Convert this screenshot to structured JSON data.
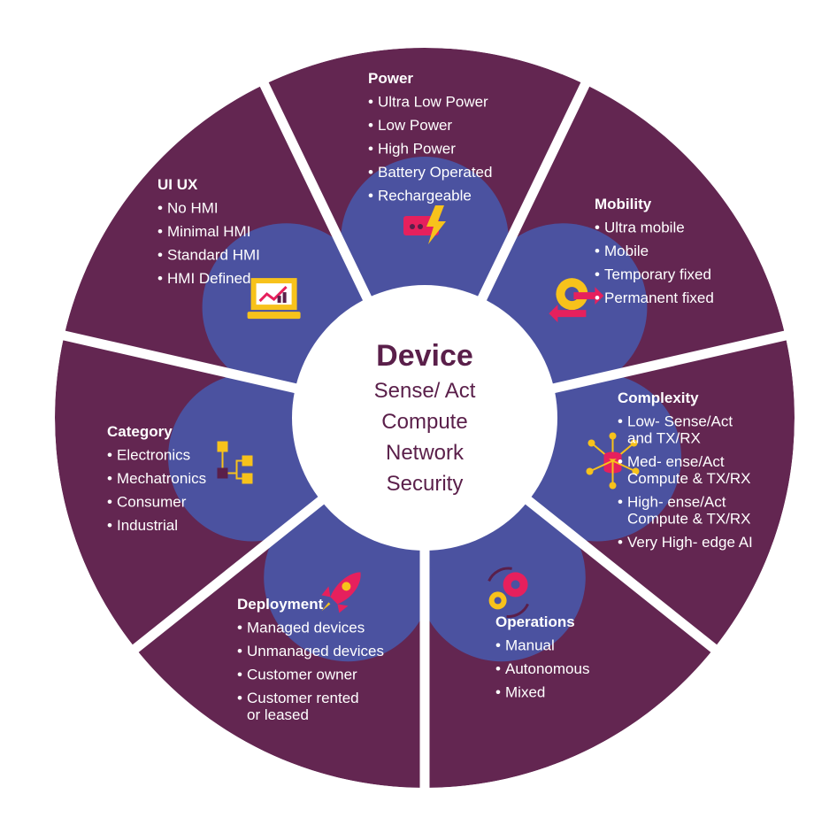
{
  "center": {
    "title": "Device",
    "lines": [
      "Sense/ Act",
      "Compute",
      "Network",
      "Security"
    ]
  },
  "segments": [
    {
      "key": "power",
      "title": "Power",
      "items": [
        [
          "Ultra Low Power"
        ],
        [
          "Low Power"
        ],
        [
          "High Power"
        ],
        [
          "Battery Operated"
        ],
        [
          "Rechargeable"
        ]
      ],
      "icon": "battery-bolt-icon"
    },
    {
      "key": "mobility",
      "title": "Mobility",
      "items": [
        [
          "Ultra mobile"
        ],
        [
          "Mobile"
        ],
        [
          "Temporary fixed"
        ],
        [
          "Permanent fixed"
        ]
      ],
      "icon": "gear-arrows-icon"
    },
    {
      "key": "complexity",
      "title": "Complexity",
      "items": [
        [
          "Low- Sense/Act",
          "and TX/RX"
        ],
        [
          "Med- ense/Act",
          "Compute & TX/RX"
        ],
        [
          "High- ense/Act",
          "Compute & TX/RX"
        ],
        [
          "Very High- edge AI"
        ]
      ],
      "icon": "database-network-icon"
    },
    {
      "key": "operations",
      "title": "Operations",
      "items": [
        [
          "Manual"
        ],
        [
          "Autonomous"
        ],
        [
          "Mixed"
        ]
      ],
      "icon": "gears-cycle-icon"
    },
    {
      "key": "deployment",
      "title": "Deployment",
      "items": [
        [
          "Managed devices"
        ],
        [
          "Unmanaged devices"
        ],
        [
          "Customer owner"
        ],
        [
          "Customer rented",
          "or leased"
        ]
      ],
      "icon": "rocket-icon"
    },
    {
      "key": "category",
      "title": "Category",
      "items": [
        [
          "Electronics"
        ],
        [
          "Mechatronics"
        ],
        [
          "Consumer"
        ],
        [
          "Industrial"
        ]
      ],
      "icon": "hierarchy-icon"
    },
    {
      "key": "uiux",
      "title": "UI UX",
      "items": [
        [
          "No HMI"
        ],
        [
          "Minimal HMI"
        ],
        [
          "Standard HMI"
        ],
        [
          "HMI Defined"
        ]
      ],
      "icon": "dashboard-display-icon"
    }
  ],
  "colors": {
    "outer": "#632651",
    "inner": "#4b52a0",
    "center_text": "#5a1f4a",
    "icon_yellow": "#f7c21b",
    "icon_pink": "#e6205d",
    "icon_purple": "#5a1f4a"
  }
}
